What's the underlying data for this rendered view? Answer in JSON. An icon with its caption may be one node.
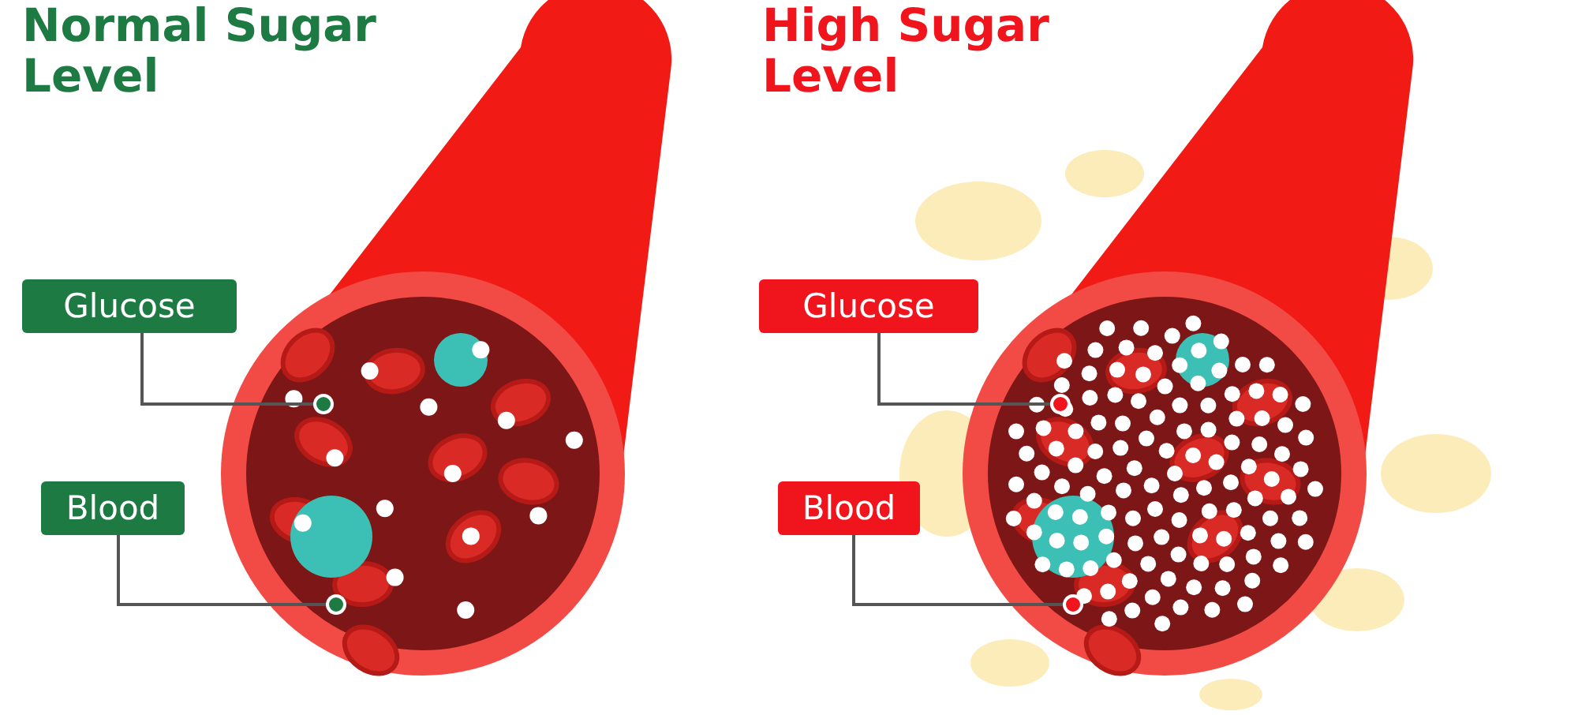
{
  "diagram": {
    "nodes": [
      {
        "text": [
          "Glucose"
        ]
      },
      {
        "text": [
          "Blood"
        ]
      },
      {
        "text": [
          "Glucose"
        ]
      },
      {
        "text": [
          "Blood"
        ]
      }
    ],
    "edges": [
      {
        "from": 0,
        "to": null,
        "arrow": "other"
      },
      {
        "from": 1,
        "to": null,
        "arrow": "other"
      },
      {
        "from": 2,
        "to": null,
        "arrow": "other"
      },
      {
        "from": 3,
        "to": null,
        "arrow": "other"
      }
    ],
    "labels": [
      "Normal Sugar Level",
      "High Sugar Level"
    ]
  }
}
